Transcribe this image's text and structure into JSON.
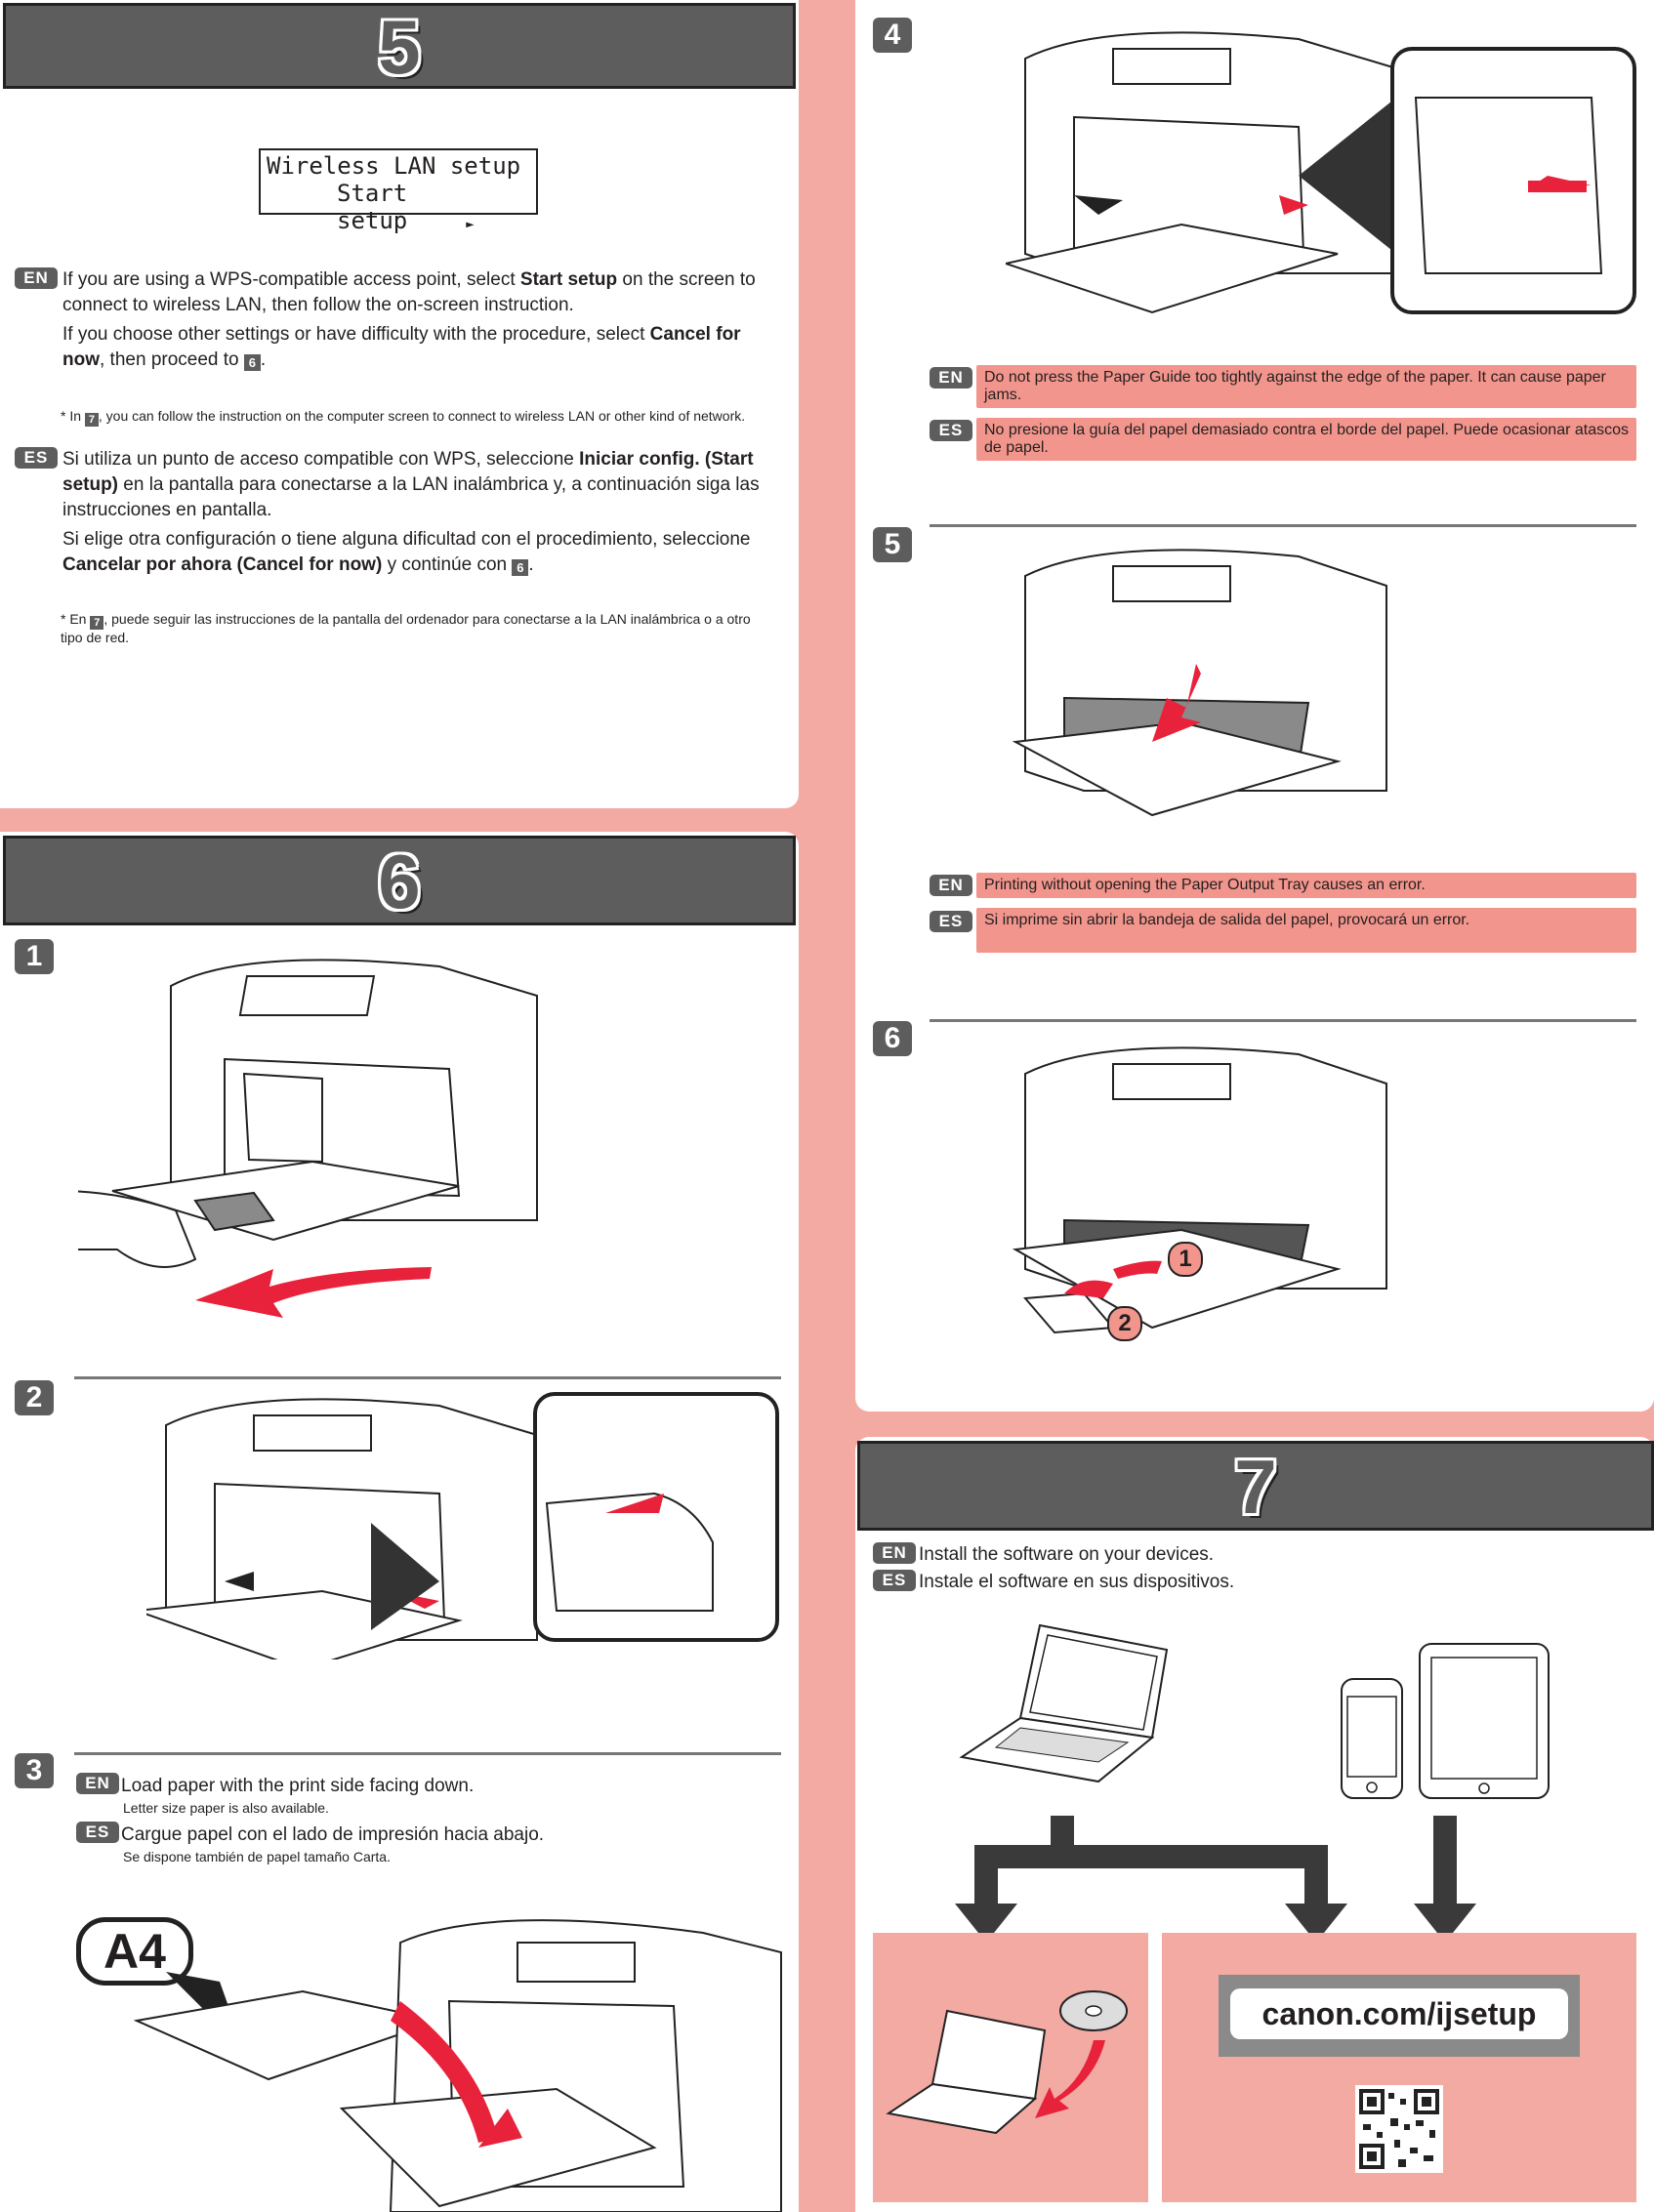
{
  "section5": {
    "number": "5",
    "lcd_line1": "Wireless LAN setup",
    "lcd_line2": "Start setup",
    "lcd_arrow": "►",
    "en_tag": "EN",
    "en_p1_a": "If you are using a WPS-compatible access point, select ",
    "en_p1_b": "Start setup",
    "en_p1_c": " on the screen to connect to wireless LAN, then follow the on-screen instruction.",
    "en_p2_a": "If you choose other settings or have difficulty with the procedure, select ",
    "en_p2_b": "Cancel for now",
    "en_p2_c": ", then proceed to ",
    "en_p2_ref": "6",
    "en_p2_d": ".",
    "en_note_a": "*  In ",
    "en_note_ref": "7",
    "en_note_b": ", you can follow the instruction on the computer screen to connect to wireless LAN or other kind of network.",
    "es_tag": "ES",
    "es_p1_a": "Si utiliza un punto de acceso compatible con WPS, seleccione ",
    "es_p1_b": "Iniciar config. (Start setup)",
    "es_p1_c": " en la pantalla para conectarse a la LAN inalámbrica y, a continuación siga las instrucciones en pantalla.",
    "es_p2_a": "Si elige otra configuración o tiene alguna dificultad con el procedimiento, seleccione ",
    "es_p2_b": "Cancelar por ahora (Cancel for now)",
    "es_p2_c": " y continúe con ",
    "es_p2_ref": "6",
    "es_p2_d": ".",
    "es_note_a": "*  En ",
    "es_note_ref": "7",
    "es_note_b": ", puede seguir las instrucciones de la pantalla del ordenador para conectarse a la LAN inalámbrica o a otro tipo de red."
  },
  "section6": {
    "number": "6",
    "step1": "1",
    "step2": "2",
    "step3": "3",
    "step3_en_tag": "EN",
    "step3_en": "Load paper with the print side facing down.",
    "step3_en_sub": "Letter size paper is also available.",
    "step3_es_tag": "ES",
    "step3_es": "Cargue papel con el lado de impresión hacia abajo.",
    "step3_es_sub": "Se dispone también de papel tamaño Carta.",
    "a4_label": "A4"
  },
  "right_steps": {
    "step4": "4",
    "step4_en_tag": "EN",
    "step4_en": "Do not press the Paper Guide too tightly against the edge of the paper. It can cause paper jams.",
    "step4_es_tag": "ES",
    "step4_es": "No presione la guía del papel demasiado contra el borde del papel. Puede ocasionar atascos de papel.",
    "step5": "5",
    "step5_en_tag": "EN",
    "step5_en": "Printing without opening the Paper Output Tray causes an error.",
    "step5_es_tag": "ES",
    "step5_es": "Si imprime sin abrir la bandeja de salida del papel, provocará un error.",
    "step6": "6",
    "callout1": "1",
    "callout2": "2"
  },
  "section7": {
    "number": "7",
    "en_tag": "EN",
    "en_text": "Install the software on your devices.",
    "es_tag": "ES",
    "es_text": "Instale el software en sus dispositivos.",
    "url": "canon.com/ijsetup"
  },
  "colors": {
    "background": "#f2aaa3",
    "header": "#5d5d5d",
    "note": "#f2958c",
    "arrow_red": "#e8223a"
  }
}
